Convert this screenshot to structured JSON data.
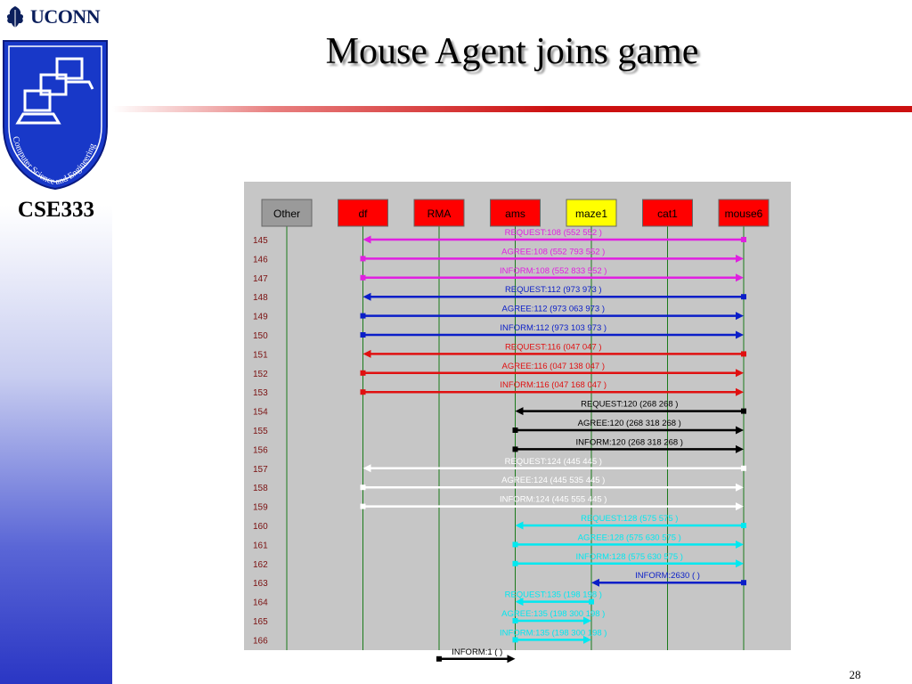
{
  "header": {
    "brand_text": "UCONN",
    "title": "Mouse Agent joins game",
    "course_label": "CSE333",
    "logo_caption": "Computer Science and Engineering"
  },
  "footer": {
    "page_number": "28"
  },
  "colors": {
    "sidebar_gradient_end": "#2a36c4",
    "rule_red": "#cc1010",
    "magenta": "#e020e0",
    "blue": "#0a1ec8",
    "red": "#e01010",
    "black": "#000000",
    "white": "#ffffff",
    "cyan": "#00e8f0",
    "agent_red": "#ff0000",
    "agent_yellow": "#ffff00",
    "agent_gray": "#9a9a9a"
  },
  "diagram": {
    "agents": [
      {
        "label": "Other",
        "color": "gray"
      },
      {
        "label": "df",
        "color": "red"
      },
      {
        "label": "RMA",
        "color": "red"
      },
      {
        "label": "ams",
        "color": "red"
      },
      {
        "label": "maze1",
        "color": "yellow"
      },
      {
        "label": "cat1",
        "color": "red"
      },
      {
        "label": "mouse6",
        "color": "red"
      }
    ],
    "messages": [
      {
        "row": "145",
        "label": "REQUEST:108 (552  552    )",
        "from": 6,
        "to": 1,
        "color": "magenta"
      },
      {
        "row": "146",
        "label": "AGREE:108 (552  793  552 )",
        "from": 1,
        "to": 6,
        "color": "magenta"
      },
      {
        "row": "147",
        "label": "INFORM:108 (552  833  552 )",
        "from": 1,
        "to": 6,
        "color": "magenta"
      },
      {
        "row": "148",
        "label": "REQUEST:112 (973  973    )",
        "from": 6,
        "to": 1,
        "color": "blue"
      },
      {
        "row": "149",
        "label": "AGREE:112 (973  063  973 )",
        "from": 1,
        "to": 6,
        "color": "blue"
      },
      {
        "row": "150",
        "label": "INFORM:112 (973  103  973 )",
        "from": 1,
        "to": 6,
        "color": "blue"
      },
      {
        "row": "151",
        "label": "REQUEST:116 (047  047    )",
        "from": 6,
        "to": 1,
        "color": "red"
      },
      {
        "row": "152",
        "label": "AGREE:116 (047  138  047 )",
        "from": 1,
        "to": 6,
        "color": "red"
      },
      {
        "row": "153",
        "label": "INFORM:116 (047  168  047 )",
        "from": 1,
        "to": 6,
        "color": "red"
      },
      {
        "row": "154",
        "label": "REQUEST:120 (268  268    )",
        "from": 6,
        "to": 3,
        "color": "black"
      },
      {
        "row": "155",
        "label": "AGREE:120 (268  318  268 )",
        "from": 3,
        "to": 6,
        "color": "black"
      },
      {
        "row": "156",
        "label": "INFORM:120 (268  318  268 )",
        "from": 3,
        "to": 6,
        "color": "black"
      },
      {
        "row": "157",
        "label": "REQUEST:124 (445  445    )",
        "from": 6,
        "to": 1,
        "color": "white"
      },
      {
        "row": "158",
        "label": "AGREE:124 (445  535  445 )",
        "from": 1,
        "to": 6,
        "color": "white"
      },
      {
        "row": "159",
        "label": "INFORM:124 (445  555  445 )",
        "from": 1,
        "to": 6,
        "color": "white"
      },
      {
        "row": "160",
        "label": "REQUEST:128 (575  575    )",
        "from": 6,
        "to": 3,
        "color": "cyan"
      },
      {
        "row": "161",
        "label": "AGREE:128 (575  630  575 )",
        "from": 3,
        "to": 6,
        "color": "cyan"
      },
      {
        "row": "162",
        "label": "INFORM:128 (575  630  575 )",
        "from": 3,
        "to": 6,
        "color": "cyan"
      },
      {
        "row": "163",
        "label": "INFORM:2630 (        )",
        "from": 6,
        "to": 4,
        "color": "blue"
      },
      {
        "row": "164",
        "label": "REQUEST:135 (198  198    )",
        "from": 4,
        "to": 3,
        "color": "cyan"
      },
      {
        "row": "165",
        "label": "AGREE:135 (198  300  198 )",
        "from": 3,
        "to": 4,
        "color": "cyan"
      },
      {
        "row": "166",
        "label": "INFORM:135 (198  300  198 )",
        "from": 3,
        "to": 4,
        "color": "cyan"
      },
      {
        "row": "",
        "label": "INFORM:1 (        )",
        "from": 2,
        "to": 3,
        "color": "black"
      }
    ]
  }
}
